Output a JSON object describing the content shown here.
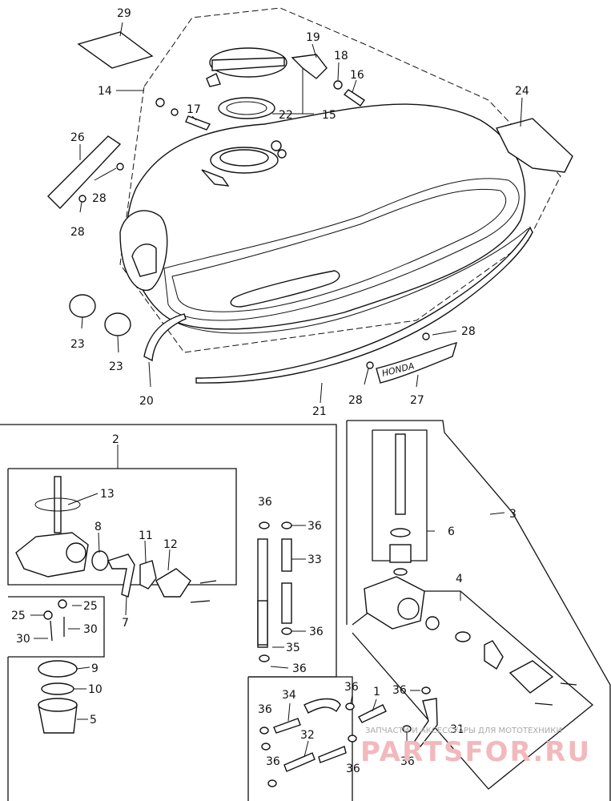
{
  "diagram": {
    "callouts": [
      "29",
      "19",
      "18",
      "16",
      "14",
      "17",
      "22",
      "15",
      "24",
      "26",
      "28",
      "28",
      "23",
      "23",
      "20",
      "21",
      "28",
      "28",
      "27",
      "2",
      "13",
      "8",
      "11",
      "12",
      "7",
      "36",
      "36",
      "33",
      "36",
      "35",
      "36",
      "25",
      "25",
      "30",
      "30",
      "9",
      "10",
      "5",
      "6",
      "3",
      "4",
      "34",
      "36",
      "36",
      "1",
      "31",
      "32",
      "36",
      "36",
      "36",
      "36"
    ]
  },
  "watermark": {
    "caption": "ЗАПЧАСТИ И АКСЕССУАРЫ ДЛЯ МОТОТЕХНИКИ",
    "brand": "PARTSFOR.RU"
  },
  "emblem_text": "HONDA"
}
